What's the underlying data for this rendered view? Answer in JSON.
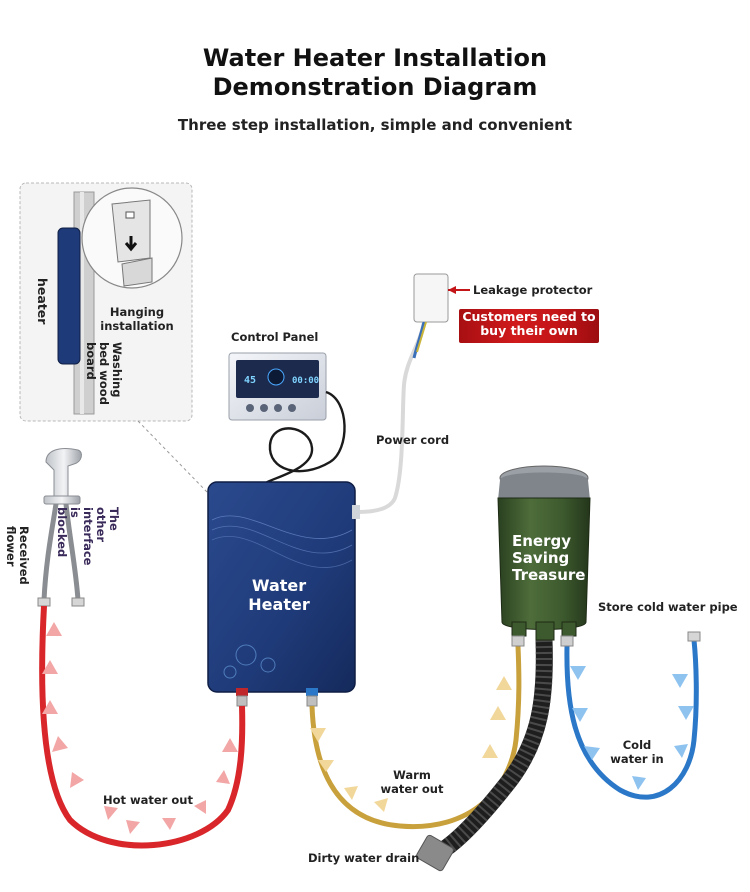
{
  "header": {
    "title_line1": "Water Heater Installation",
    "title_line2": "Demonstration Diagram",
    "subtitle": "Three step installation, simple and convenient"
  },
  "inset": {
    "heater_label": "heater",
    "hanging_label": "Hanging installation",
    "board_label": "Washing bed wood board"
  },
  "labels": {
    "leakage_protector": "Leakage protector",
    "customers_note": "Customers need to buy their own",
    "control_panel": "Control Panel",
    "power_cord": "Power cord",
    "water_heater": "Water Heater",
    "energy_saving": "Energy Saving Treasure",
    "store_cold": "Store cold water pipe",
    "received_flower": "Received flower",
    "other_interface": "The other interface is blocked",
    "hot_water_out": "Hot water out",
    "warm_water_out": "Warm water out",
    "cold_water_in": "Cold water in",
    "dirty_drain": "Dirty water drain"
  },
  "colors": {
    "heater_body": "#1f3a78",
    "hot_pipe": "#d8262a",
    "warm_pipe": "#c9a13c",
    "cold_pipe": "#2b78c9",
    "treasure_body": "#3d5a2e",
    "arrow_hot": "#f2a6a6",
    "arrow_warm": "#f1d79a",
    "arrow_cold": "#8ec3ef",
    "accent_red": "#c41518"
  },
  "icons": [
    "faucet-icon",
    "leakage-protector-icon",
    "control-panel-icon",
    "water-heater-icon",
    "energy-saving-treasure-icon",
    "drain-hose-icon",
    "flow-arrow-icon"
  ]
}
